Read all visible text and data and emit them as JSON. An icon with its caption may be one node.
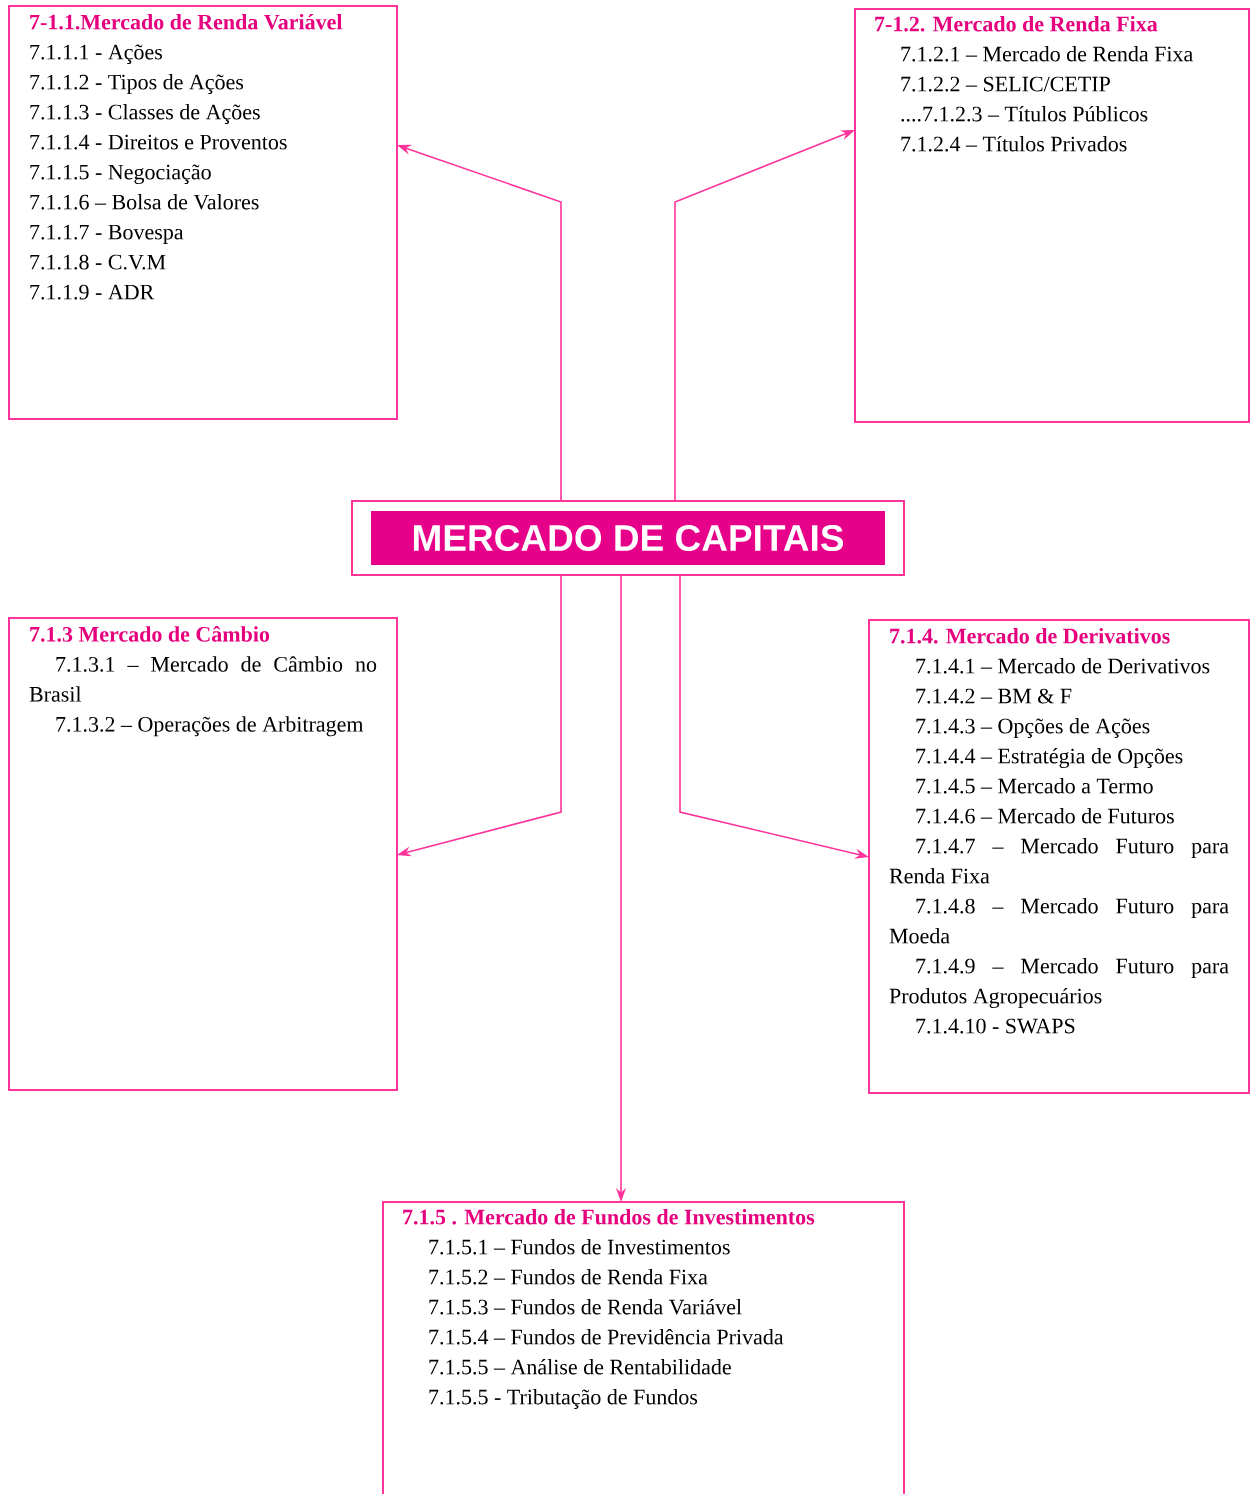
{
  "diagram": {
    "nodes": [
      {
        "text": [
          "MERCADO DE CAPITAIS"
        ]
      },
      {
        "text": [
          "7-1.1.Mercado de Renda Variável",
          "7.1.1.1 - Ações",
          "7.1.1.2 - Tipos de Ações",
          "7.1.1.3 - Classes de Ações",
          "7.1.1.4 - Direitos e Proventos",
          "7.1.1.5 - Negociação",
          "7.1.1.6 – Bolsa de Valores",
          "7.1.1.7 - Bovespa",
          "7.1.1.8 - C.V.M",
          "7.1.1.9 - ADR"
        ]
      },
      {
        "text": [
          "7-1.2. Mercado de Renda Fixa",
          "7.1.2.1 – Mercado de Renda Fixa",
          "7.1.2.2 – SELIC/CETIP",
          "....7.1.2.3 – Títulos Públicos",
          "7.1.2.4 – Títulos Privados"
        ]
      },
      {
        "text": [
          "7.1.3 Mercado de Câmbio",
          "7.1.3.1 – Mercado de Câmbio no Brasil",
          "7.1.3.2 – Operações de Arbitragem"
        ]
      },
      {
        "text": [
          "7.1.4. Mercado de Derivativos",
          "7.1.4.1 – Mercado de Derivativos",
          "7.1.4.2 – BM & F",
          "7.1.4.3 – Opções de Ações",
          "7.1.4.4 – Estratégia de Opções",
          "7.1.4.5 – Mercado a Termo",
          "7.1.4.6 – Mercado de Futuros",
          "7.1.4.7 – Mercado Futuro para Renda Fixa",
          "7.1.4.8 – Mercado Futuro para Moeda",
          "7.1.4.9 – Mercado Futuro para Produtos Agropecuários",
          "7.1.4.10 - SWAPS"
        ]
      },
      {
        "text": [
          "7.1.5 . Mercado de Fundos de Investimentos",
          "7.1.5.1 – Fundos de Investimentos",
          "7.1.5.2 – Fundos de Renda Fixa",
          "7.1.5.3 – Fundos de Renda Variável",
          "7.1.5.4 – Fundos de Previdência Privada",
          "7.1.5.5 – Análise de Rentabilidade",
          "7.1.5.5 - Tributação de Fundos"
        ]
      }
    ],
    "edges": [
      {
        "from": 0,
        "to": 1,
        "arrow": "to"
      },
      {
        "from": 0,
        "to": 2,
        "arrow": "to"
      },
      {
        "from": 0,
        "to": 3,
        "arrow": "to"
      },
      {
        "from": 0,
        "to": 4,
        "arrow": "to"
      },
      {
        "from": 0,
        "to": 5,
        "arrow": "to"
      }
    ]
  }
}
